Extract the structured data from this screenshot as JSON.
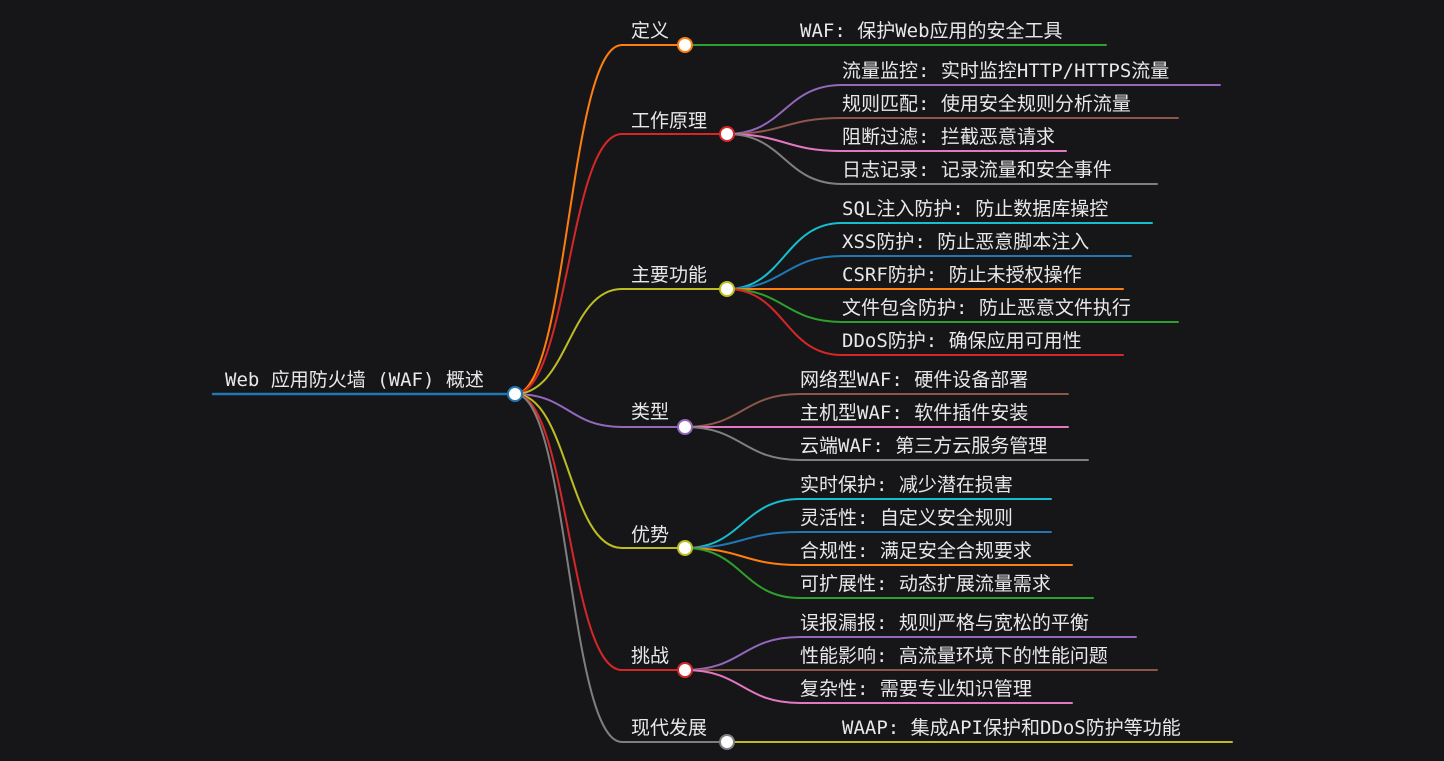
{
  "root": {
    "text": "Web 应用防火墙 (WAF) 概述",
    "color": "#1f77b4"
  },
  "branches": [
    {
      "text": "定义",
      "color": "#ff7f0e",
      "leaves": [
        {
          "text": "WAF: 保护Web应用的安全工具",
          "color": "#2ca02c"
        }
      ]
    },
    {
      "text": "工作原理",
      "color": "#d62728",
      "leaves": [
        {
          "text": "流量监控: 实时监控HTTP/HTTPS流量",
          "color": "#9467bd"
        },
        {
          "text": "规则匹配: 使用安全规则分析流量",
          "color": "#8c564b"
        },
        {
          "text": "阻断过滤: 拦截恶意请求",
          "color": "#e377c2"
        },
        {
          "text": "日志记录: 记录流量和安全事件",
          "color": "#7f7f7f"
        }
      ]
    },
    {
      "text": "主要功能",
      "color": "#bcbd22",
      "leaves": [
        {
          "text": "SQL注入防护: 防止数据库操控",
          "color": "#17becf"
        },
        {
          "text": "XSS防护: 防止恶意脚本注入",
          "color": "#1f77b4"
        },
        {
          "text": "CSRF防护: 防止未授权操作",
          "color": "#ff7f0e"
        },
        {
          "text": "文件包含防护: 防止恶意文件执行",
          "color": "#2ca02c"
        },
        {
          "text": "DDoS防护: 确保应用可用性",
          "color": "#d62728"
        }
      ]
    },
    {
      "text": "类型",
      "color": "#9467bd",
      "leaves": [
        {
          "text": "网络型WAF: 硬件设备部署",
          "color": "#8c564b"
        },
        {
          "text": "主机型WAF: 软件插件安装",
          "color": "#e377c2"
        },
        {
          "text": "云端WAF: 第三方云服务管理",
          "color": "#7f7f7f"
        }
      ]
    },
    {
      "text": "优势",
      "color": "#bcbd22",
      "leaves": [
        {
          "text": "实时保护: 减少潜在损害",
          "color": "#17becf"
        },
        {
          "text": "灵活性: 自定义安全规则",
          "color": "#1f77b4"
        },
        {
          "text": "合规性: 满足安全合规要求",
          "color": "#ff7f0e"
        },
        {
          "text": "可扩展性: 动态扩展流量需求",
          "color": "#2ca02c"
        }
      ]
    },
    {
      "text": "挑战",
      "color": "#d62728",
      "leaves": [
        {
          "text": "误报漏报: 规则严格与宽松的平衡",
          "color": "#9467bd"
        },
        {
          "text": "性能影响: 高流量环境下的性能问题",
          "color": "#8c564b"
        },
        {
          "text": "复杂性: 需要专业知识管理",
          "color": "#e377c2"
        }
      ]
    },
    {
      "text": "现代发展",
      "color": "#7f7f7f",
      "leaves": [
        {
          "text": "WAAP: 集成API保护和DDoS防护等功能",
          "color": "#bcbd22"
        }
      ]
    }
  ]
}
